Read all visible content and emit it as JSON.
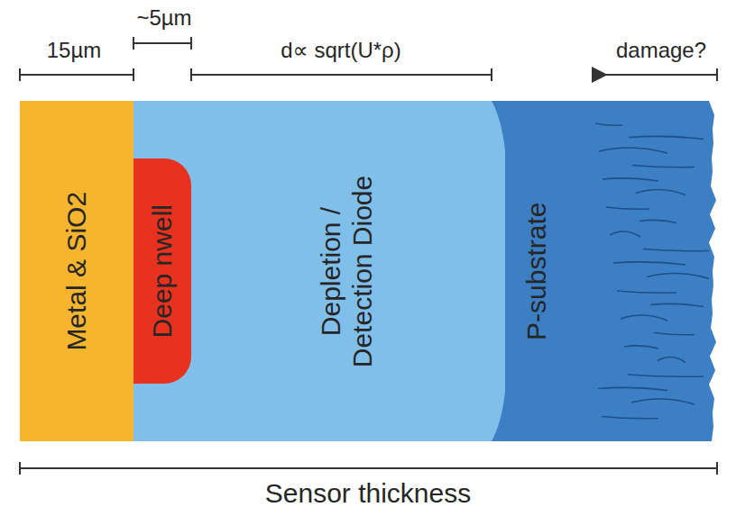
{
  "diagram": {
    "nodes": [
      {
        "text": [
          "Metal & SiO2"
        ]
      },
      {
        "text": [
          "Deep nwell"
        ]
      },
      {
        "text": [
          "Depletion / Detection Diode"
        ]
      },
      {
        "text": [
          "P-substrate"
        ]
      }
    ],
    "labels": [
      "15µm",
      "~5µm",
      "d∝ sqrt(U*ρ)",
      "damage?",
      "Sensor thickness"
    ]
  }
}
